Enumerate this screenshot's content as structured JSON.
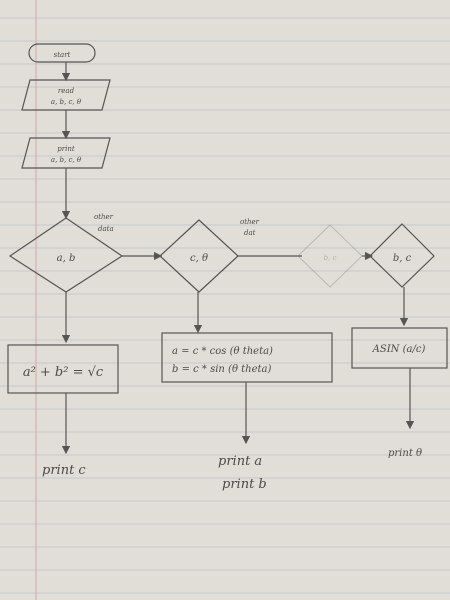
{
  "nodes": {
    "start": "start",
    "read": {
      "line1": "read",
      "line2": "a, b, c, θ"
    },
    "print_in": {
      "line1": "print",
      "line2": "a, b, c, θ"
    },
    "decision_ab": "a, b",
    "decision_cth": "c, θ",
    "decision_faded": "b, c",
    "decision_bc": "b, c",
    "process_pyth": "a² + b² = √c",
    "process_polar": {
      "line1": "a = c * cos (θ theta)",
      "line2": "b = c * sin (θ theta)"
    },
    "process_asin": "ASIN (a/c)"
  },
  "edge_labels": {
    "other_1": {
      "line1": "other",
      "line2": "data"
    },
    "other_2": {
      "line1": "other",
      "line2": "dat"
    }
  },
  "outputs": {
    "print_c": "print c",
    "print_a": "print a",
    "print_b": "print b",
    "print_theta": "print θ"
  }
}
